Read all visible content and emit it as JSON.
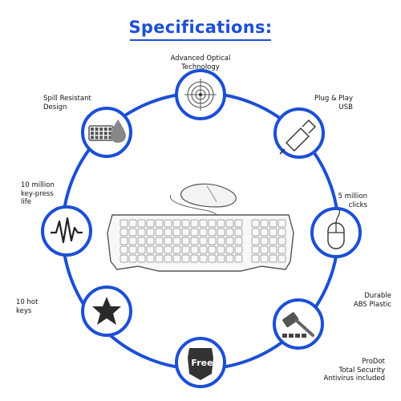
{
  "title": "Specifications:",
  "colors": {
    "accent": "#1c4fd6",
    "ring": "#1c4fd6",
    "icon_fill": "#2a2a2a"
  },
  "features": [
    {
      "icon": "target-icon",
      "lines": [
        "Advanced Optical",
        "Technology"
      ]
    },
    {
      "icon": "usb-plug-icon",
      "lines": [
        "Plug & Play",
        "USB"
      ]
    },
    {
      "icon": "mouse-icon",
      "lines": [
        "5 million",
        "clicks"
      ]
    },
    {
      "icon": "hammer-icon",
      "lines": [
        "Durable",
        "ABS Plastic"
      ]
    },
    {
      "icon": "free-badge-icon",
      "lines": [
        "ProDot",
        "Total Security",
        "Antivirus included"
      ]
    },
    {
      "icon": "star-icon",
      "lines": [
        "10 hot",
        "keys"
      ]
    },
    {
      "icon": "waveform-icon",
      "lines": [
        "10 million",
        "key-press",
        "life"
      ]
    },
    {
      "icon": "spill-keyboard-icon",
      "lines": [
        "Spill Resistant",
        "Design"
      ]
    }
  ],
  "badge_text": "Free"
}
